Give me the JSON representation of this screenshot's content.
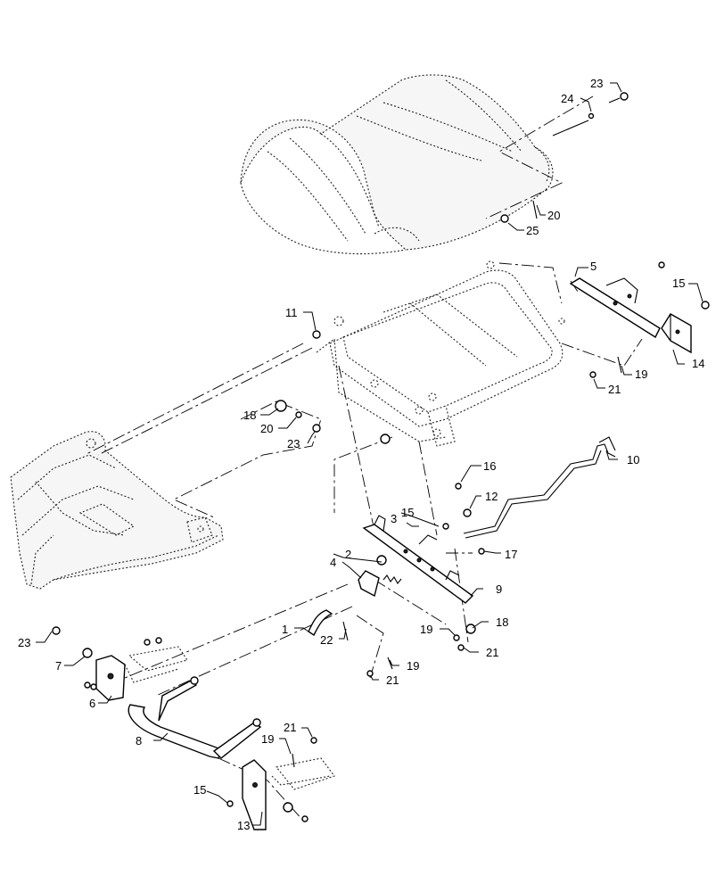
{
  "callouts": {
    "c1": "1",
    "c2": "2",
    "c3": "3",
    "c4": "4",
    "c5": "5",
    "c6": "6",
    "c7": "7",
    "c8": "8",
    "c9": "9",
    "c10": "10",
    "c11": "11",
    "c12": "12",
    "c13": "13",
    "c14": "14",
    "c15a": "15",
    "c15b": "15",
    "c15c": "15",
    "c16": "16",
    "c17": "17",
    "c18a": "18",
    "c18b": "18",
    "c19a": "19",
    "c19b": "19",
    "c19c": "19",
    "c19d": "19",
    "c20a": "20",
    "c20b": "20",
    "c21a": "21",
    "c21b": "21",
    "c21c": "21",
    "c21d": "21",
    "c22": "22",
    "c23a": "23",
    "c23b": "23",
    "c23c": "23",
    "c24": "24",
    "c25": "25"
  }
}
